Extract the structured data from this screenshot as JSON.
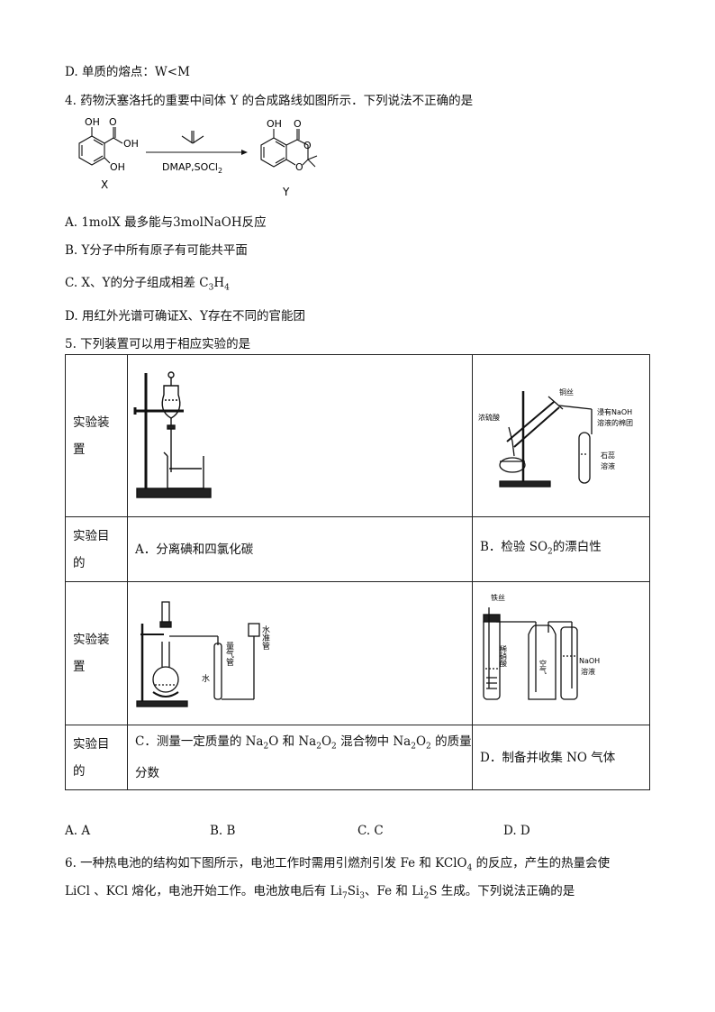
{
  "q3": {
    "option_d": "D. 单质的熔点：W<M"
  },
  "q4": {
    "stem": "4. 药物沃塞洛托的重要中间体 Y 的合成路线如图所示．下列说法不正确的是",
    "scheme": {
      "reagent": "DMAP,SOCl",
      "reagent_sub": "2",
      "x_label": "X",
      "y_label": "Y",
      "oh": "OH",
      "cooh": "OH",
      "o": "O"
    },
    "option_a": "A.   1molX 最多能与3molNaOH反应",
    "option_b": "B.   Y分子中所有原子有可能共平面",
    "option_c_pre": "C.   X、Y的分子组成相差 C",
    "option_c_sub1": "3",
    "option_c_mid": "H",
    "option_c_sub2": "4",
    "option_d": "D.  用红外光谱可确证X、Y存在不同的官能团"
  },
  "q5": {
    "stem": "5. 下列装置可以用于相应实验的是",
    "row_label_apparatus_1": "实验装",
    "row_label_apparatus_2": "置",
    "row_label_goal_1": "实验目",
    "row_label_goal_2": "的",
    "goal_a": "A．分离碘和四氯化碳",
    "goal_b_pre": "B．检验 SO",
    "goal_b_sub": "2",
    "goal_b_post": "的漂白性",
    "goal_c_l1_a": "C．测量一定质量的 Na",
    "goal_c_l1_s1": "2",
    "goal_c_l1_b": "O 和 Na",
    "goal_c_l1_s2": "2",
    "goal_c_l1_c": "O",
    "goal_c_l1_s3": "2",
    "goal_c_l1_d": " 混合物中 Na",
    "goal_c_l1_s4": "2",
    "goal_c_l1_e": "O",
    "goal_c_l1_s5": "2",
    "goal_c_l1_f": " 的质量",
    "goal_c_l2": "分数",
    "goal_d": "D．制备并收集 NO 气体",
    "img_b_labels": {
      "copper_wire": "铜丝",
      "conc_acid": "浓硫酸",
      "naoh_cotton_1": "浸有NaOH",
      "naoh_cotton_2": "溶液的棉团",
      "litmus_1": "石蕊",
      "litmus_2": "溶液"
    },
    "img_c_labels": {
      "water": "水",
      "gas_tube": "量气管",
      "level_tube": "水准管"
    },
    "img_d_labels": {
      "iron_wire": "铁丝",
      "dilute_nitric": "稀硝酸",
      "air": "空气",
      "naoh_1": "NaOH",
      "naoh_2": "溶液"
    },
    "answers": [
      "A. A",
      "B. B",
      "C. C",
      "D. D"
    ]
  },
  "q6": {
    "line1_pre": "6. 一种热电池的结构如下图所示，电池工作时需用引燃剂引发 Fe 和 KClO",
    "line1_sub": "4",
    "line1_post": " 的反应，产生的热量会使",
    "line2_pre": "LiCl 、KCl 熔化，电池开始工作。电池放电后有 Li",
    "line2_s1": "7",
    "line2_mid1": "Si",
    "line2_s2": "3",
    "line2_mid2": "、Fe 和 Li",
    "line2_s3": "2",
    "line2_post": "S 生成。下列说法正确的是"
  }
}
